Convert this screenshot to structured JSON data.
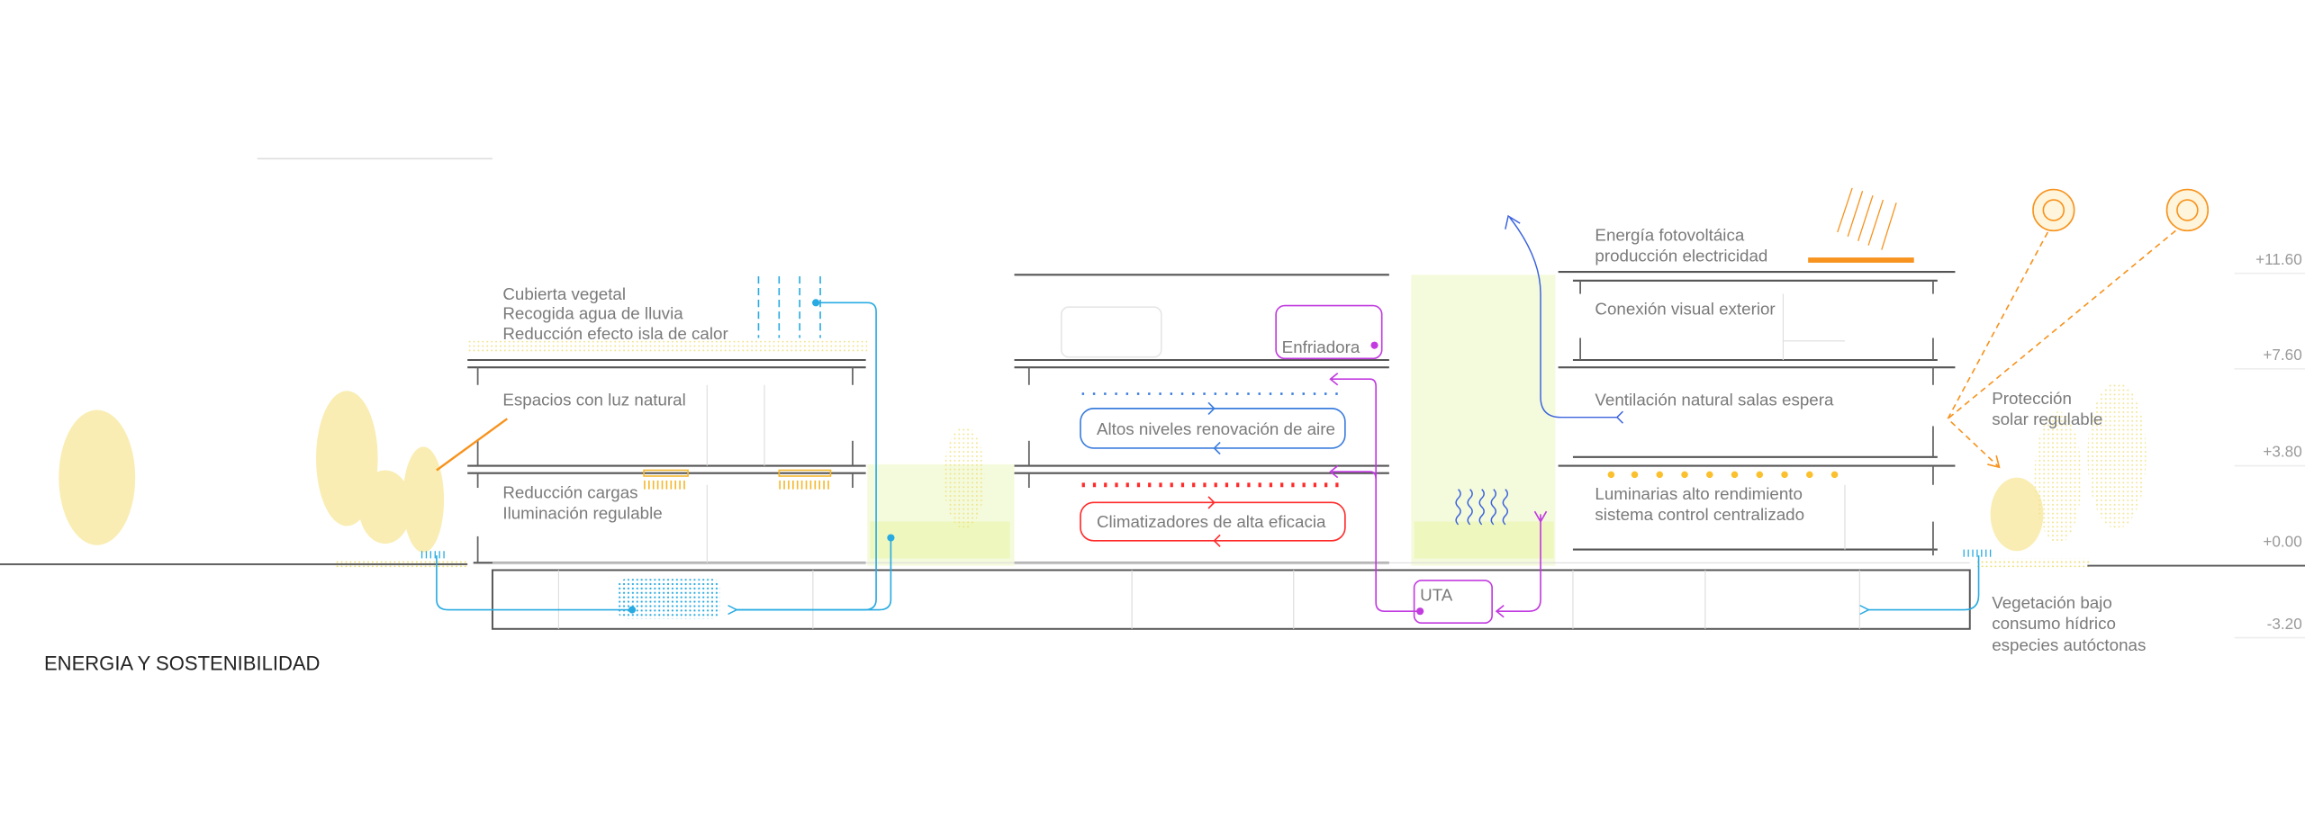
{
  "title": "ENERGIA Y SOSTENIBILIDAD",
  "labels": {
    "green_roof": [
      "Cubierta vegetal",
      "Recogida agua de lluvia",
      "Reducción efecto isla de calor"
    ],
    "natural_light": "Espacios con luz natural",
    "load_reduction": [
      "Reducción cargas",
      "Iluminación regulable"
    ],
    "chiller": "Enfriadora",
    "air_renewal": "Altos niveles renovación de aire",
    "hvac": "Climatizadores de alta eficacia",
    "uta": "UTA",
    "photovoltaic": [
      "Energía fotovoltáica",
      "producción electricidad"
    ],
    "visual_connection": "Conexión visual exterior",
    "natural_ventilation": "Ventilación natural salas espera",
    "luminaires": [
      "Luminarias alto rendimiento",
      "sistema control centralizado"
    ],
    "solar_protection": [
      "Protección",
      "solar regulable"
    ],
    "vegetation": [
      "Vegetación bajo",
      "consumo hídrico",
      "especies autóctonas"
    ]
  },
  "levels": [
    "+11.60",
    "+7.60",
    "+3.80",
    "+0.00",
    "-3.20"
  ],
  "colors": {
    "water": "#29abe2",
    "chiller": "#c23be0",
    "air": "#3b7ddd",
    "heat": "#ff2a2a",
    "solar": "#f7931e",
    "vegetation": "#f3f7c8",
    "tree": "#f7e79a"
  }
}
